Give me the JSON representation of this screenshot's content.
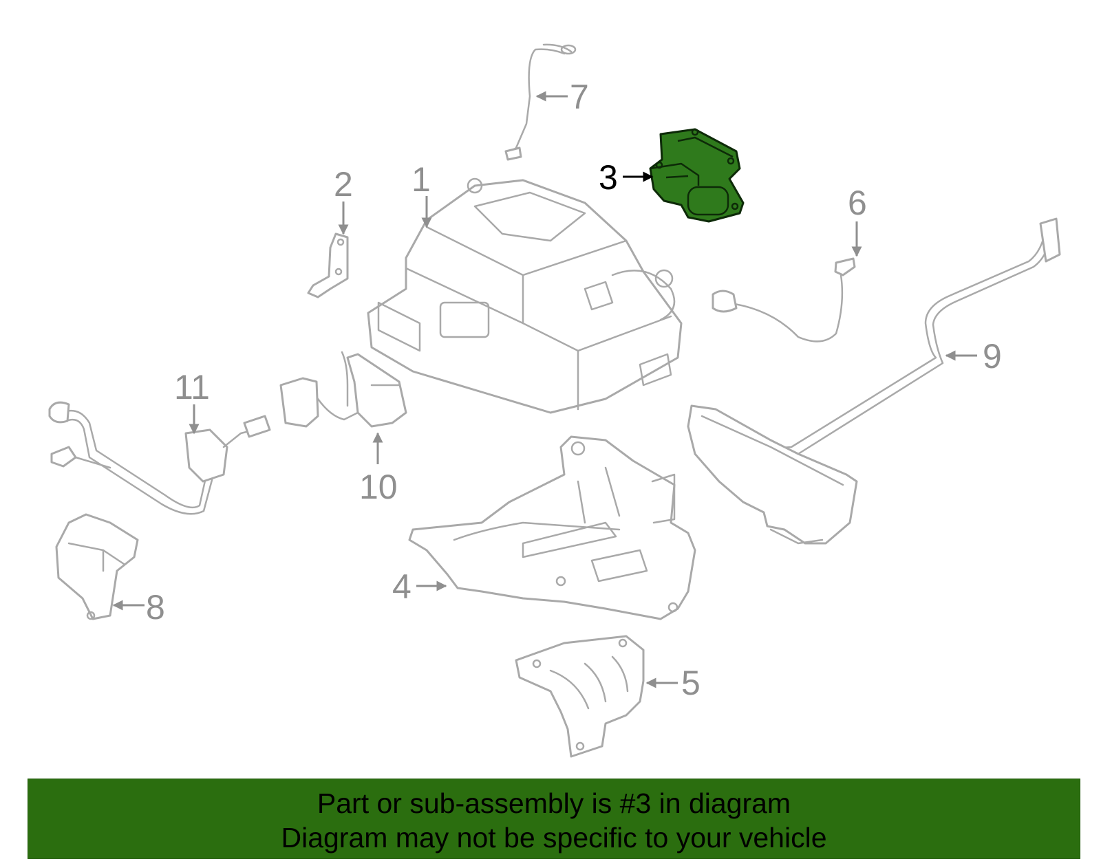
{
  "callouts": {
    "c1": "1",
    "c2": "2",
    "c3": "3",
    "c4": "4",
    "c5": "5",
    "c6": "6",
    "c7": "7",
    "c8": "8",
    "c9": "9",
    "c10": "10",
    "c11": "11"
  },
  "highlighted_part": "3",
  "colors": {
    "highlight": "#2f7a1c",
    "banner": "#2b6e0f",
    "linework": "#a9a9a9"
  },
  "banner": {
    "line1": "Part or sub-assembly is #3 in diagram",
    "line2": "Diagram may not be specific to your vehicle"
  }
}
